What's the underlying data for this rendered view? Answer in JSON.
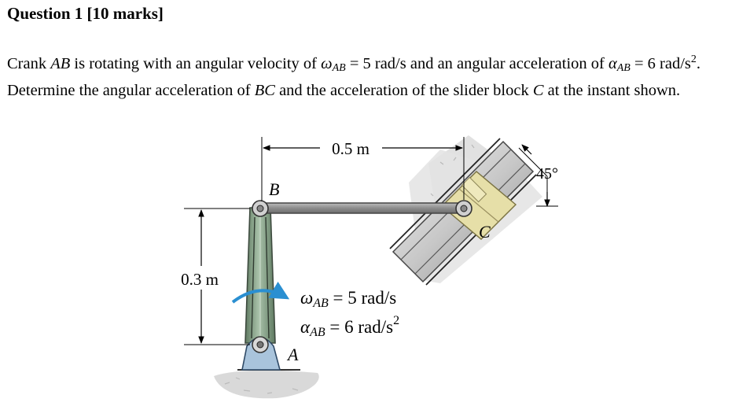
{
  "heading": "Question 1 [10 marks]",
  "problem": {
    "l1_a": "Crank ",
    "l1_ab": "AB",
    "l1_b": " is rotating with an angular velocity of ",
    "l1_omega": "ω",
    "l1_sub1": "AB",
    "l1_c": " = 5 rad/s and an angular acceleration of ",
    "l1_alpha": "α",
    "l1_sub2": "AB",
    "l1_d": " = 6 rad/s",
    "l1_sup": "2",
    "l1_e": ".",
    "l2_a": "Determine the angular acceleration of ",
    "l2_bc": "BC",
    "l2_b": " and the acceleration of the slider block ",
    "l2_c": "C",
    "l2_d": " at the instant shown."
  },
  "diagram": {
    "point_b": "B",
    "point_c": "C",
    "point_a": "A",
    "dim_length": "0.5 m",
    "dim_height": "0.3 m",
    "angle": "45°",
    "omega_sym": "ω",
    "omega_sub": "AB",
    "omega_val": " = 5 rad/s",
    "alpha_sym": "α",
    "alpha_sub": "AB",
    "alpha_val": " = 6 rad/s",
    "alpha_sup": "2"
  },
  "colors": {
    "crank": "#7f9a80",
    "crank_edge": "#3d4a3e",
    "link": "#9a9a9a",
    "pin_support": "#a9c4dc",
    "slider": "#e6dfa8",
    "guide": "#cfcfcf",
    "ground": "#d8d8d8",
    "omega_arrow": "#2a8fd1"
  }
}
